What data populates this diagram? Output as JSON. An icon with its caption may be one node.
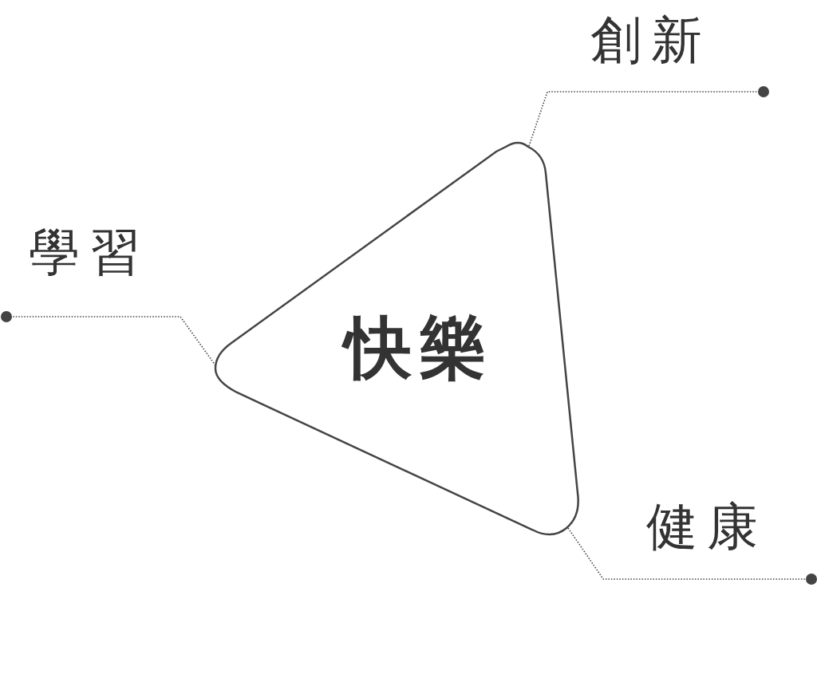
{
  "diagram": {
    "nodes": [
      {
        "text": [
          "快樂"
        ]
      },
      {
        "text": [],
        "shape": "circle",
        "beside": [
          "創新"
        ]
      },
      {
        "text": [],
        "shape": "circle",
        "beside": [
          "學習"
        ]
      },
      {
        "text": [],
        "shape": "circle",
        "beside": [
          "健康"
        ]
      }
    ],
    "edges": [
      {
        "from": 0,
        "to": 1,
        "arrow": "none",
        "style": "dashed"
      },
      {
        "from": 0,
        "to": 2,
        "arrow": "none",
        "style": "dashed"
      },
      {
        "from": 0,
        "to": 3,
        "arrow": "none",
        "style": "dashed"
      }
    ]
  }
}
